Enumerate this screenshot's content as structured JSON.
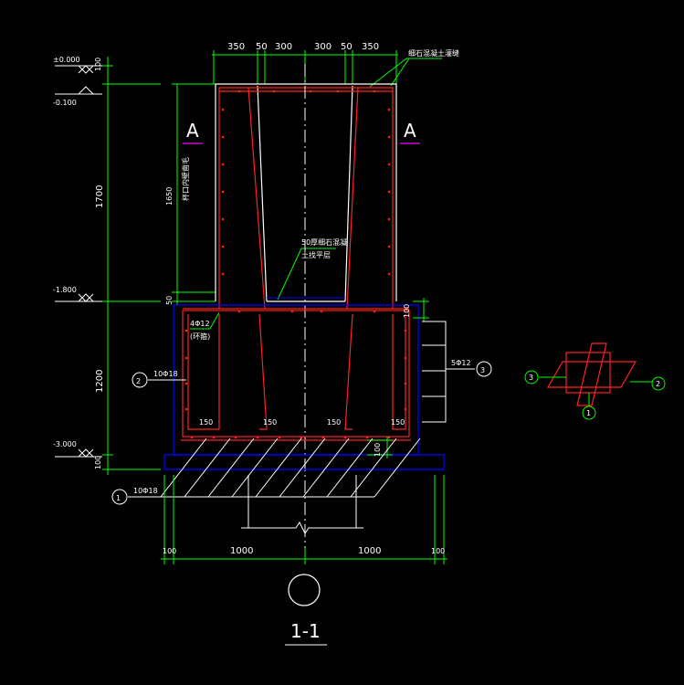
{
  "drawing": {
    "section_title": "1-1",
    "section_mark_left": "A",
    "section_mark_right": "A",
    "dims_top": [
      "350",
      "50",
      "300",
      "300",
      "50",
      "350"
    ],
    "dims_bottom": [
      "100",
      "1000",
      "1000",
      "100"
    ],
    "dims_left": [
      "100",
      "1700",
      "1200",
      "100"
    ],
    "dim_50_left": "50",
    "dim_1650": "1650",
    "dim_100_right_top": "100",
    "dim_100_right_bottom": "100",
    "elevations": [
      "±0.000",
      "-0.100",
      "-1.800",
      "-3.000"
    ],
    "dims_150": [
      "150",
      "150",
      "150",
      "150"
    ],
    "rebar_1": "10Φ18",
    "rebar_2": "10Φ18",
    "rebar_3": "5Φ12",
    "rebar_4": "4Φ12",
    "rebar_4_note": "(环箍)",
    "note_top_right": "细石混凝土灌缝",
    "note_center_1": "50厚细石混凝",
    "note_center_2": "土找平层",
    "note_side": "杯口内壁凿毛",
    "callouts": {
      "c1": "1",
      "c2": "2",
      "c3": "3"
    }
  }
}
